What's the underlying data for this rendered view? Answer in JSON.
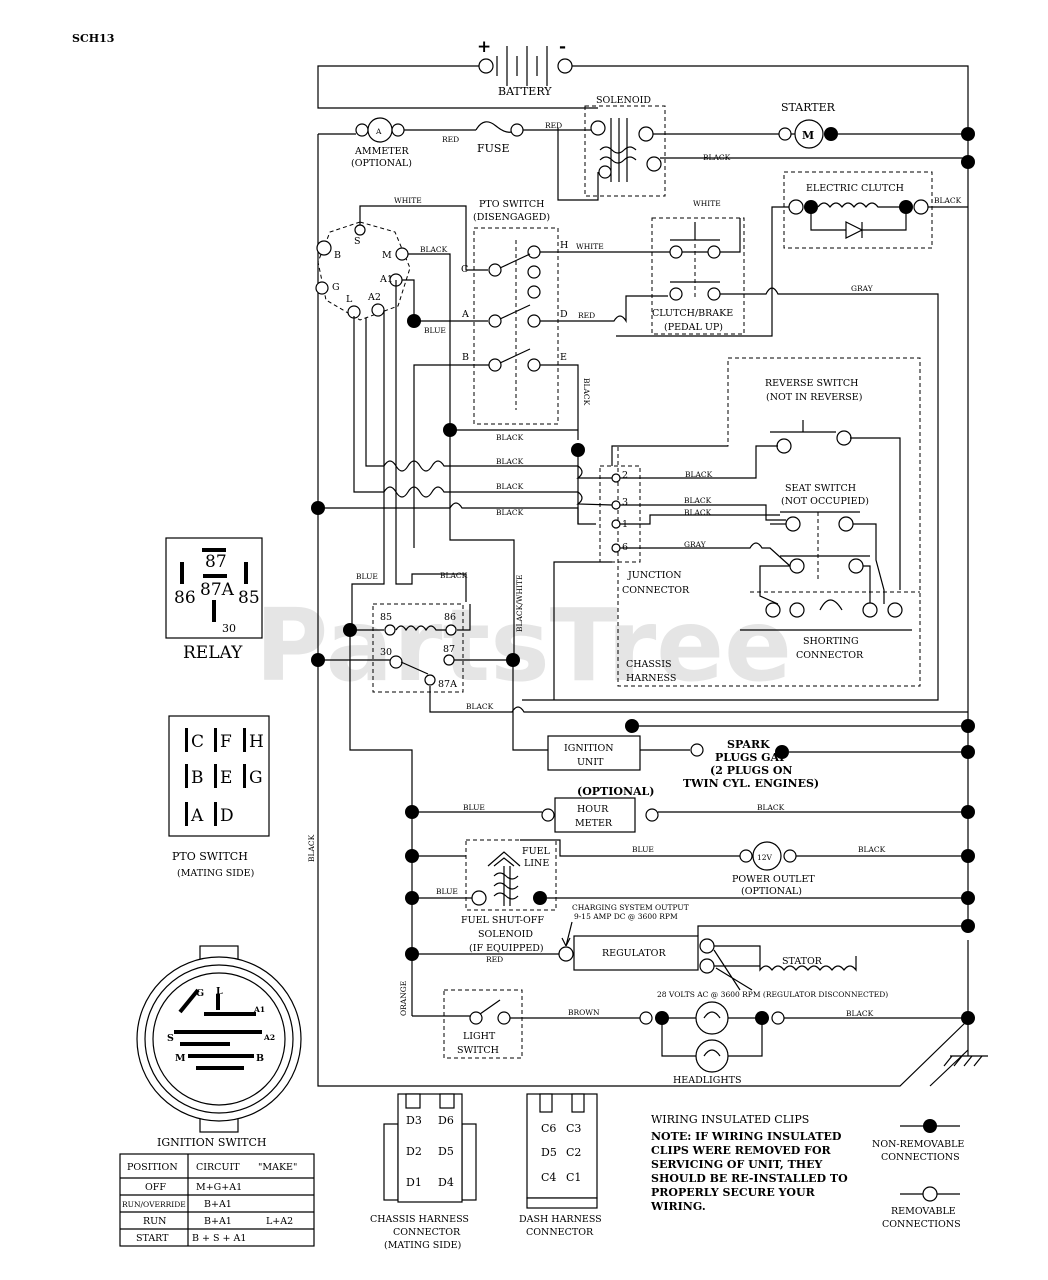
{
  "page_code": "SCH13",
  "watermark": "PartsTree",
  "battery": {
    "label": "BATTERY",
    "plus": "+",
    "minus": "-"
  },
  "solenoid_label": "SOLENOID",
  "starter": {
    "label": "STARTER",
    "symbol": "M"
  },
  "ammeter": {
    "label": "AMMETER",
    "optional": "(OPTIONAL)",
    "symbol": "A"
  },
  "fuse_label": "FUSE",
  "electric_clutch_label": "ELECTRIC CLUTCH",
  "pto_switch": {
    "title": "PTO SWITCH",
    "state": "(DISENGAGED)",
    "terminals": [
      "C",
      "H",
      "A",
      "D",
      "B",
      "E"
    ]
  },
  "clutch_brake": {
    "title": "CLUTCH/BRAKE",
    "state": "(PEDAL UP)"
  },
  "reverse_switch": {
    "title": "REVERSE SWITCH",
    "state": "(NOT IN REVERSE)"
  },
  "seat_switch": {
    "title": "SEAT SWITCH",
    "state": "(NOT OCCUPIED)"
  },
  "junction": {
    "title": "JUNCTION",
    "subtitle": "CONNECTOR",
    "pins": [
      "2",
      "3",
      "1",
      "6"
    ]
  },
  "shorting": {
    "title": "SHORTING",
    "subtitle": "CONNECTOR"
  },
  "chassis_harness": {
    "line1": "CHASSIS",
    "line2": "HARNESS"
  },
  "ignition_terminals": [
    "S",
    "B",
    "M",
    "G",
    "A1",
    "L",
    "A2"
  ],
  "relay": {
    "label": "RELAY",
    "pins": [
      "87",
      "87A",
      "86",
      "85",
      "30"
    ]
  },
  "pto_mating": {
    "title": "PTO SWITCH",
    "subtitle": "(MATING SIDE)",
    "letters": [
      "C",
      "F",
      "H",
      "B",
      "E",
      "G",
      "A",
      "D"
    ]
  },
  "ignition_switch": {
    "title": "IGNITION SWITCH",
    "face_letters": [
      "G",
      "L",
      "A1",
      "A2",
      "S",
      "M",
      "B"
    ],
    "table": {
      "headers": [
        "POSITION",
        "CIRCUIT",
        "\"MAKE\""
      ],
      "rows": [
        [
          "OFF",
          "M+G+A1",
          ""
        ],
        [
          "RUN/OVERRIDE",
          "B+A1",
          ""
        ],
        [
          "RUN",
          "B+A1",
          "L+A2"
        ],
        [
          "START",
          "B + S + A1",
          ""
        ]
      ]
    }
  },
  "ignition_unit": {
    "line1": "IGNITION",
    "line2": "UNIT"
  },
  "spark_plugs": {
    "line1": "SPARK",
    "line2": "PLUGS GAP",
    "line3": "(2 PLUGS ON",
    "line4": "TWIN CYL. ENGINES)"
  },
  "hour_meter": {
    "optional": "(OPTIONAL)",
    "line1": "HOUR",
    "line2": "METER"
  },
  "power_outlet": {
    "symbol": "12V",
    "label": "POWER OUTLET",
    "optional": "(OPTIONAL)"
  },
  "fuel_solenoid": {
    "line1": "FUEL SHUT-OFF",
    "line2": "SOLENOID",
    "line3": "(IF EQUIPPED)",
    "fuel": "FUEL",
    "line": "LINE"
  },
  "charging_note": {
    "line1": "CHARGING SYSTEM OUTPUT",
    "line2": "9-15 AMP DC @ 3600 RPM"
  },
  "regulator_label": "REGULATOR",
  "stator_label": "STATOR",
  "stator_note": "28 VOLTS AC @ 3600 RPM (REGULATOR DISCONNECTED)",
  "light_switch": {
    "line1": "LIGHT",
    "line2": "SWITCH"
  },
  "headlights_label": "HEADLIGHTS",
  "chassis_connector": {
    "line1": "CHASSIS HARNESS",
    "line2": "CONNECTOR",
    "line3": "(MATING SIDE)",
    "pins": [
      "D3",
      "D6",
      "D2",
      "D5",
      "D1",
      "D4"
    ]
  },
  "dash_connector": {
    "line1": "DASH HARNESS",
    "line2": "CONNECTOR",
    "pins": [
      "C6",
      "C3",
      "D5",
      "C2",
      "C4",
      "C1"
    ]
  },
  "notes": {
    "title": "WIRING INSULATED CLIPS",
    "lines": [
      "NOTE: IF WIRING INSULATED",
      "CLIPS WERE REMOVED FOR",
      "SERVICING OF UNIT, THEY",
      "SHOULD BE RE-INSTALLED TO",
      "PROPERLY SECURE YOUR",
      "WIRING."
    ]
  },
  "legend": {
    "nonremovable_1": "NON-REMOVABLE",
    "nonremovable_2": "CONNECTIONS",
    "removable_1": "REMOVABLE",
    "removable_2": "CONNECTIONS"
  },
  "wire_labels": {
    "red": "RED",
    "black": "BLACK",
    "white": "WHITE",
    "blue": "BLUE",
    "gray": "GRAY",
    "orange": "ORANGE",
    "brown": "BROWN",
    "black_white": "BLACK/WHITE"
  }
}
